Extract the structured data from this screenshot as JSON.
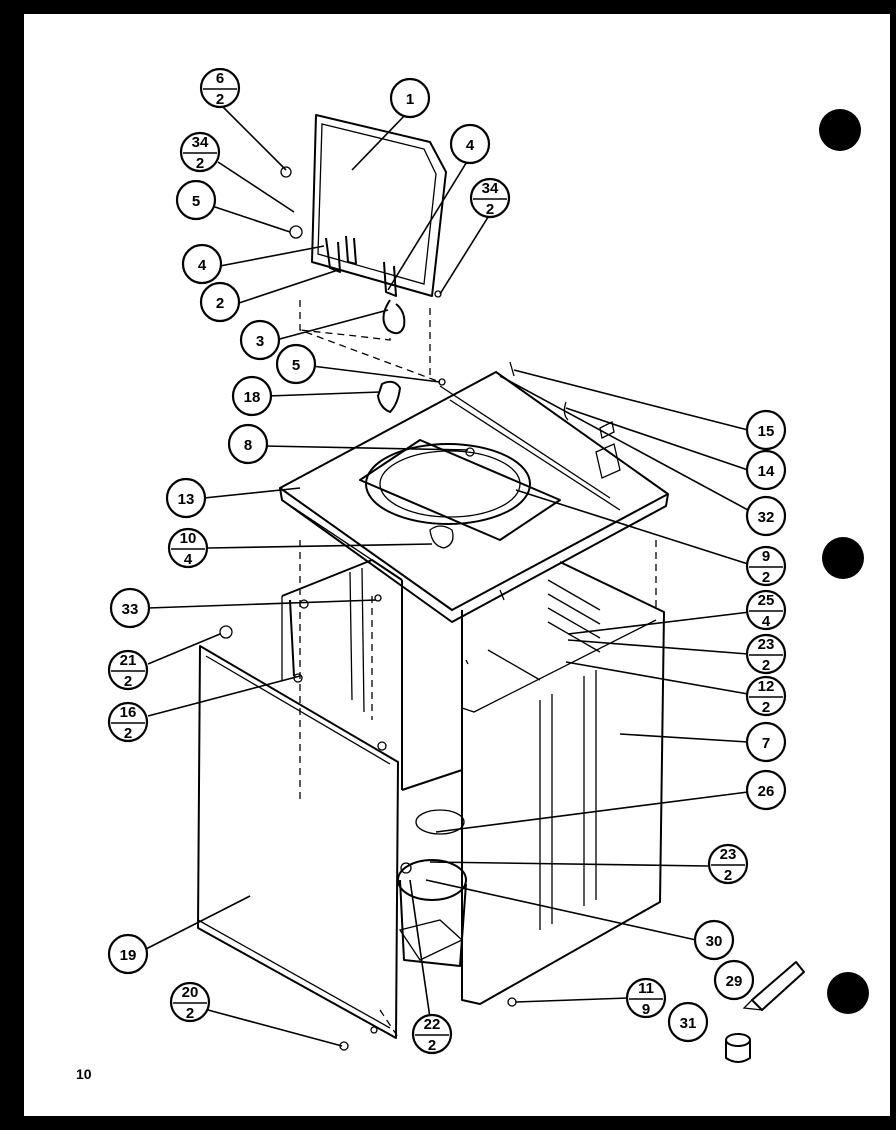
{
  "page_number": "10",
  "callouts": [
    {
      "id": "c1",
      "label": "1"
    },
    {
      "id": "c6-2",
      "top": "6",
      "bottom": "2"
    },
    {
      "id": "c34-2a",
      "top": "34",
      "bottom": "2"
    },
    {
      "id": "c5a",
      "label": "5"
    },
    {
      "id": "c4a",
      "label": "4"
    },
    {
      "id": "c4b",
      "label": "4"
    },
    {
      "id": "c34-2b",
      "top": "34",
      "bottom": "2"
    },
    {
      "id": "c2",
      "label": "2"
    },
    {
      "id": "c3",
      "label": "3"
    },
    {
      "id": "c5b",
      "label": "5"
    },
    {
      "id": "c18",
      "label": "18"
    },
    {
      "id": "c15",
      "label": "15"
    },
    {
      "id": "c8",
      "label": "8"
    },
    {
      "id": "c14",
      "label": "14"
    },
    {
      "id": "c13",
      "label": "13"
    },
    {
      "id": "c32",
      "label": "32"
    },
    {
      "id": "c10-4",
      "top": "10",
      "bottom": "4"
    },
    {
      "id": "c9-2",
      "top": "9",
      "bottom": "2"
    },
    {
      "id": "c33",
      "label": "33"
    },
    {
      "id": "c25-4",
      "top": "25",
      "bottom": "4"
    },
    {
      "id": "c21-2",
      "top": "21",
      "bottom": "2"
    },
    {
      "id": "c23-2a",
      "top": "23",
      "bottom": "2"
    },
    {
      "id": "c16-2",
      "top": "16",
      "bottom": "2"
    },
    {
      "id": "c12-2",
      "top": "12",
      "bottom": "2"
    },
    {
      "id": "c7",
      "label": "7"
    },
    {
      "id": "c26",
      "label": "26"
    },
    {
      "id": "c23-2b",
      "top": "23",
      "bottom": "2"
    },
    {
      "id": "c19",
      "label": "19"
    },
    {
      "id": "c30",
      "label": "30"
    },
    {
      "id": "c29",
      "label": "29"
    },
    {
      "id": "c20-2",
      "top": "20",
      "bottom": "2"
    },
    {
      "id": "c22-2",
      "top": "22",
      "bottom": "2"
    },
    {
      "id": "c11-9",
      "top": "11",
      "bottom": "9"
    },
    {
      "id": "c31",
      "label": "31"
    }
  ]
}
